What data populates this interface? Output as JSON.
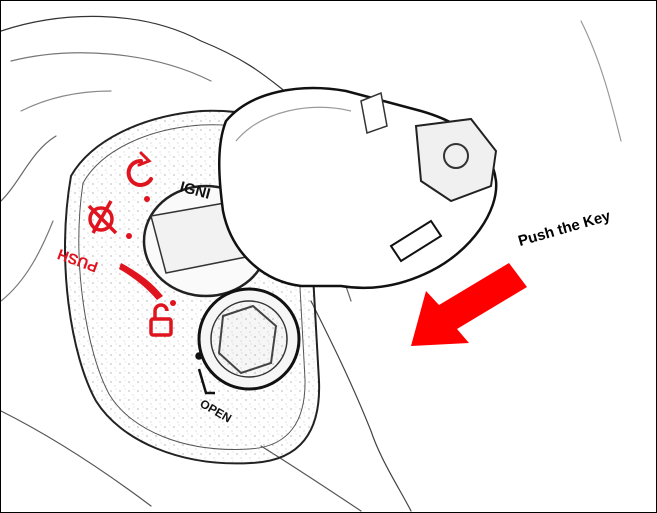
{
  "annotation": {
    "text": "Push the Key",
    "arrow_color": "#ff0000"
  },
  "switch_labels": {
    "ignition": "IGNI",
    "push": "PUSH",
    "open": "OPEN"
  },
  "symbol_color": "#e0141e",
  "icons": [
    "ignition-on-icon",
    "handlebar-lock-icon",
    "seat-lock-icon",
    "open-position-icon"
  ]
}
